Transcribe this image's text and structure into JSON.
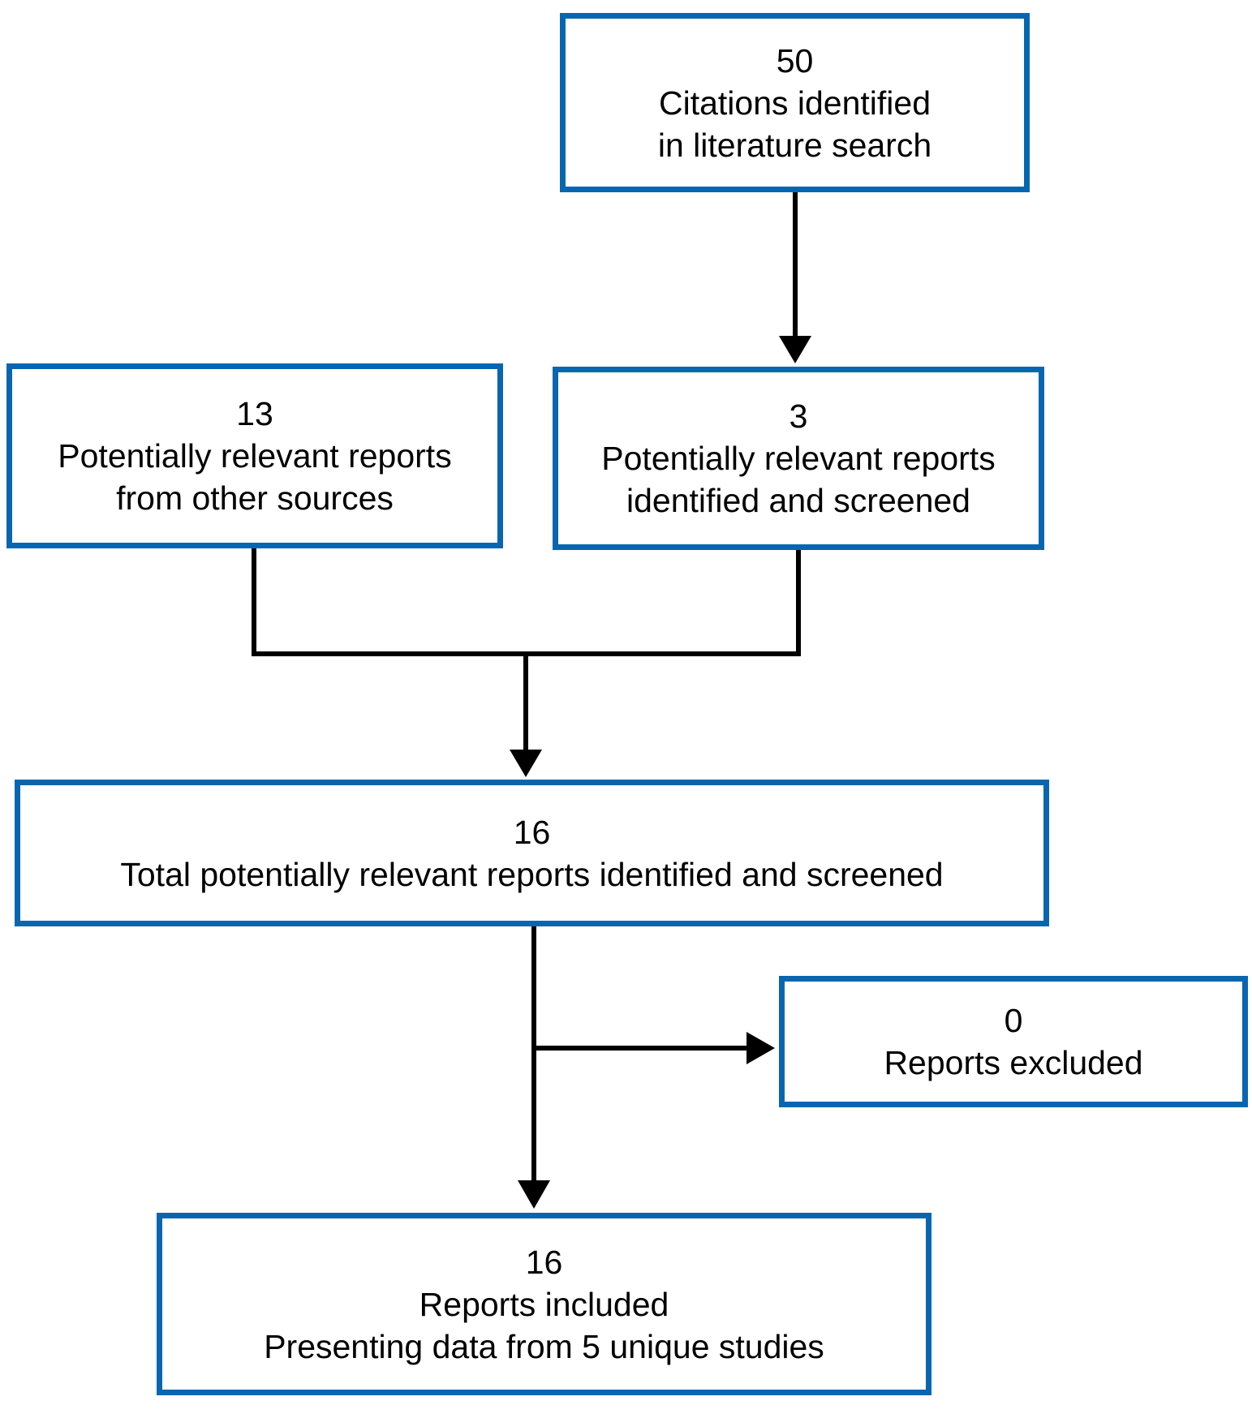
{
  "diagram": {
    "type": "flowchart",
    "colors": {
      "accent": "#0866b1",
      "line": "#000000",
      "background": "#ffffff"
    },
    "boxes": {
      "citations": {
        "count": "50",
        "line1": "Citations identified",
        "line2": "in literature search"
      },
      "other_sources": {
        "count": "13",
        "line1": "Potentially relevant reports",
        "line2": "from other sources"
      },
      "screened": {
        "count": "3",
        "line1": "Potentially relevant reports",
        "line2": "identified and screened"
      },
      "total": {
        "count": "16",
        "line1": "Total potentially relevant reports identified and screened"
      },
      "excluded": {
        "count": "0",
        "line1": "Reports excluded"
      },
      "included": {
        "count": "16",
        "line1": "Reports included",
        "line2": "Presenting data from 5 unique studies"
      }
    }
  }
}
